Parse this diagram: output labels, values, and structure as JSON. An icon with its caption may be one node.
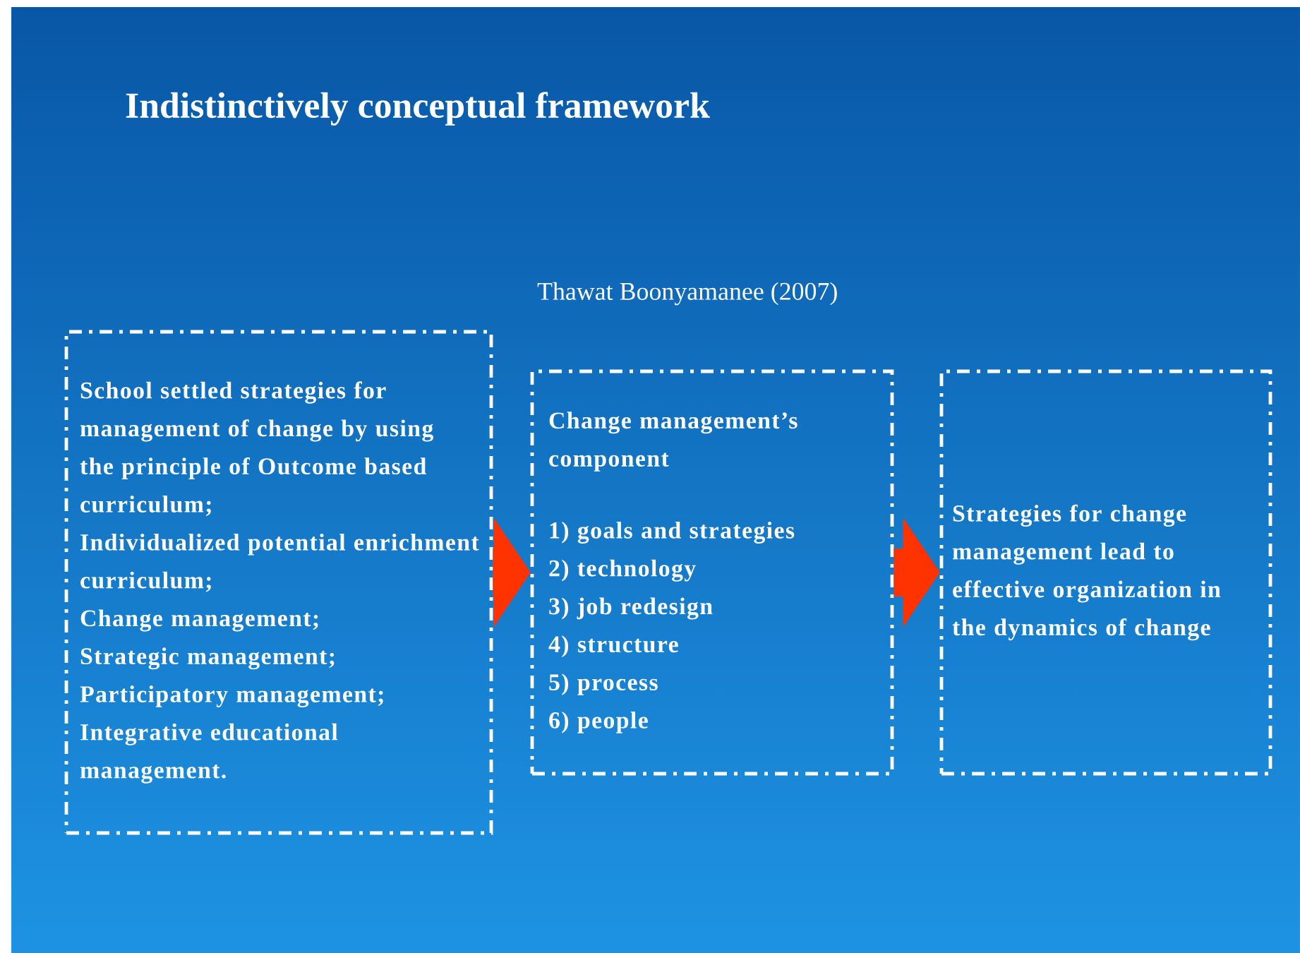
{
  "diagram": {
    "title": "Indistinctively conceptual framework",
    "nodes": [
      {
        "text": [
          "School settled strategies for management of change by using the principle of Outcome based curriculum;",
          "Individualized potential enrichment curriculum;",
          "Change management;",
          "Strategic management;",
          "Participatory management;",
          "Integrative educational management."
        ]
      },
      {
        "text": [
          "Change management’s component",
          "1) goals and strategies",
          "2) technology",
          "3) job redesign",
          "4) structure",
          "5) process",
          "6) people"
        ]
      },
      {
        "text": [
          "Strategies for change management lead to effective organization in the dynamics of change"
        ]
      }
    ],
    "edges": [
      {
        "from": 0,
        "to": 1,
        "arrow": "to"
      },
      {
        "from": 1,
        "to": 2,
        "arrow": "to"
      }
    ],
    "labels": [
      "Thawat  Boonyamanee (2007)"
    ]
  }
}
